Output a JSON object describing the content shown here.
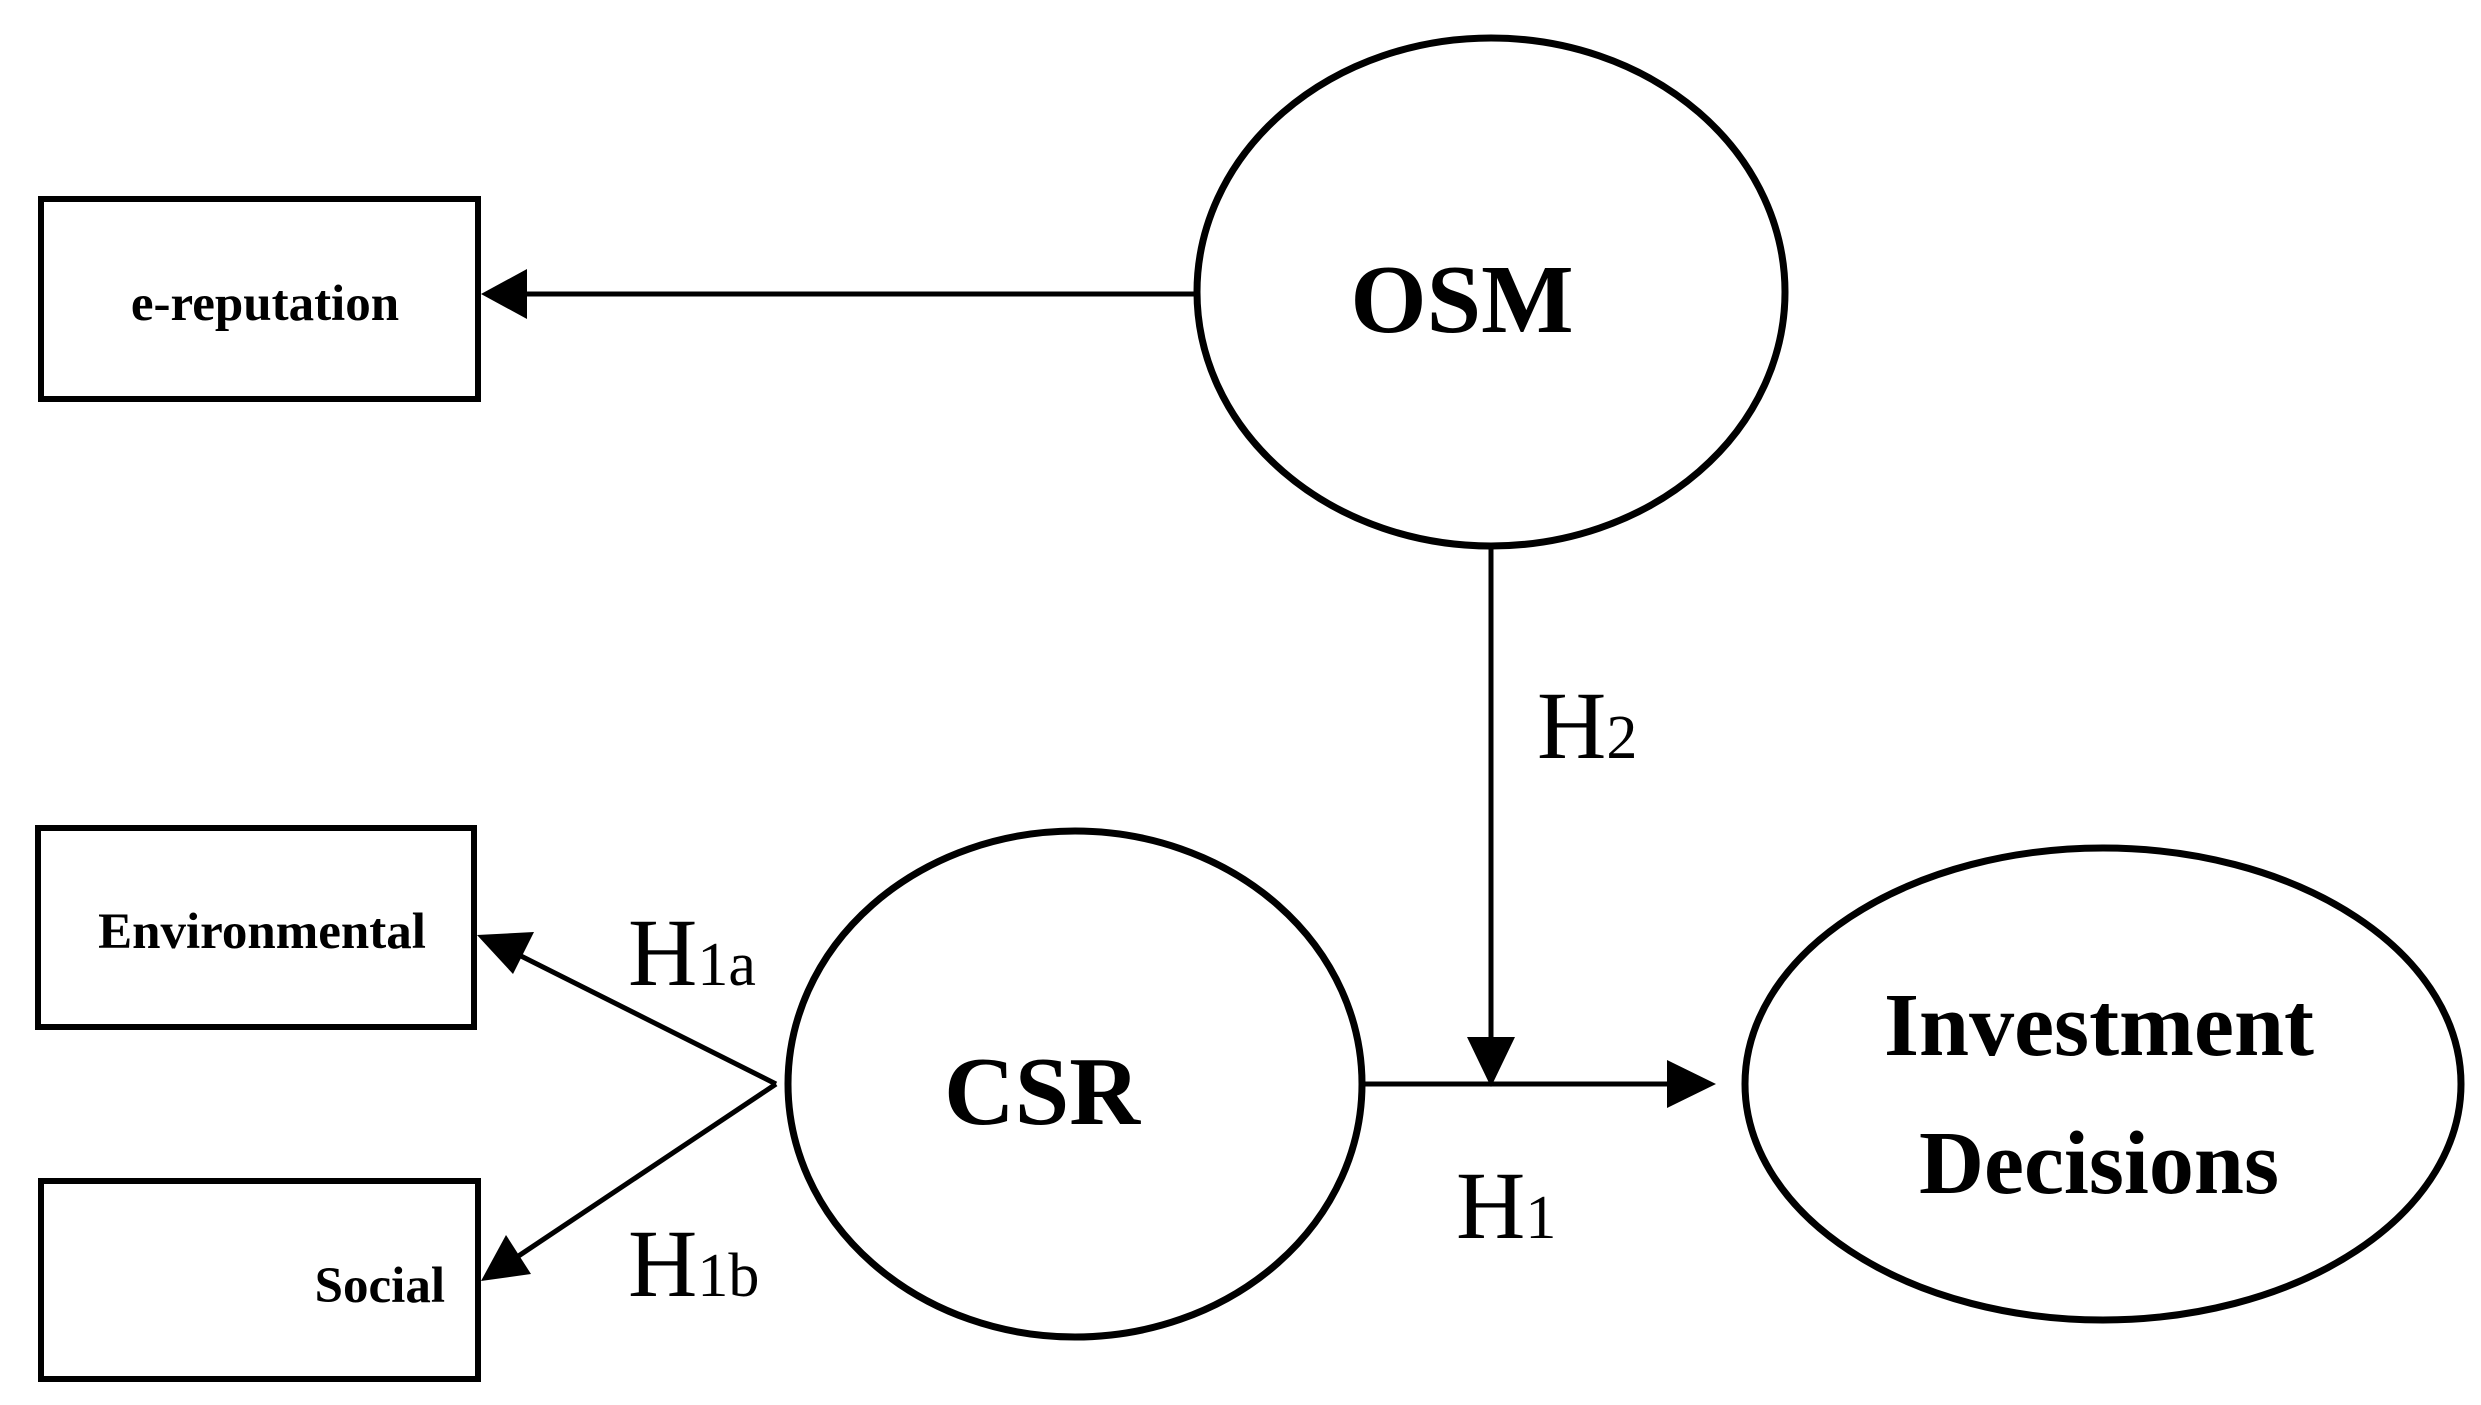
{
  "colors": {
    "stroke": "#000000",
    "fill": "#ffffff",
    "text": "#000000"
  },
  "boxes": {
    "e_reputation": "e-reputation",
    "environmental": "Environmental",
    "social": "Social"
  },
  "constructs": {
    "osm": "OSM",
    "csr": "CSR",
    "investment_line1": "Investment",
    "investment_line2": "Decisions"
  },
  "hypotheses": {
    "h1": {
      "letter": "H",
      "sub": "1"
    },
    "h1a": {
      "letter": "H",
      "sub": "1a"
    },
    "h1b": {
      "letter": "H",
      "sub": "1b"
    },
    "h2": {
      "letter": "H",
      "sub": "2"
    }
  }
}
